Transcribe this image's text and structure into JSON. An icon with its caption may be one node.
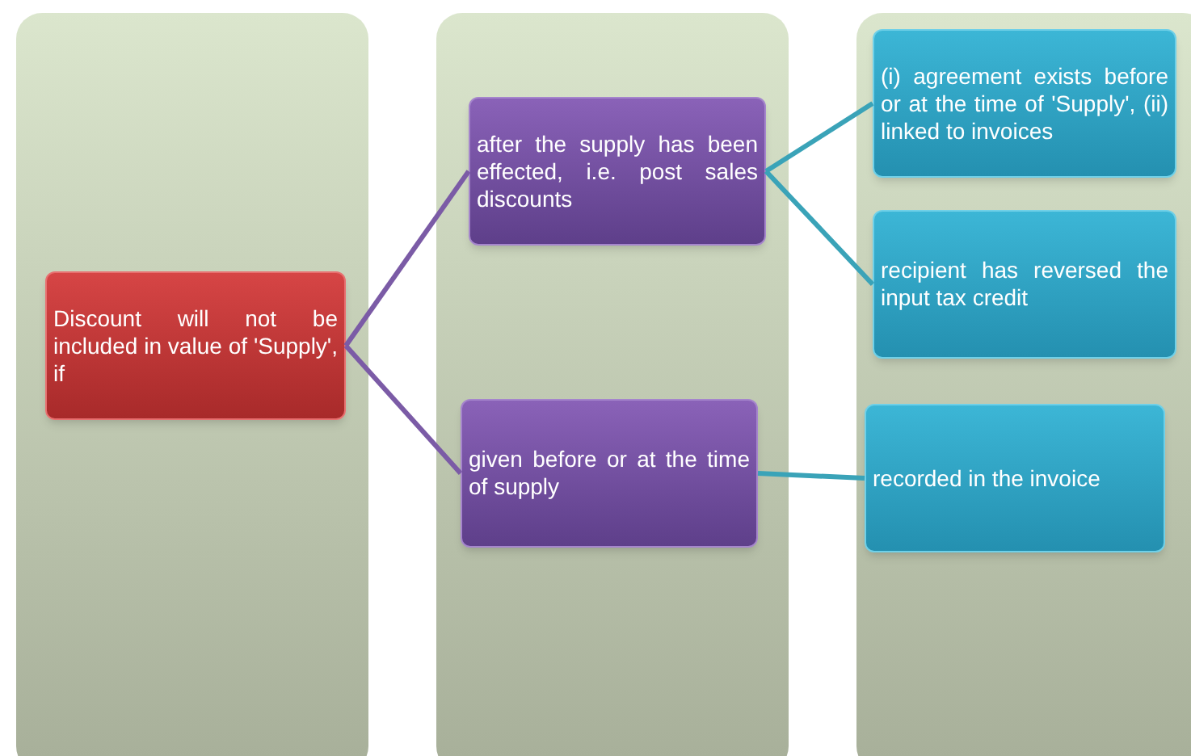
{
  "diagram": {
    "nodes": [
      {
        "text": [],
        "shape": "box"
      },
      {
        "text": [],
        "shape": "box"
      },
      {
        "text": [],
        "shape": "box"
      },
      {
        "text": [
          "Discount will not be included in value of 'Supply', if"
        ],
        "in": 0
      },
      {
        "text": [
          "after the supply has been effected, i.e. post sales discounts"
        ],
        "in": 1
      },
      {
        "text": [
          "given before or at the time of supply"
        ],
        "in": 1
      },
      {
        "text": [
          "(i) agreement exists before or at the time of 'Supply', (ii) linked to invoices"
        ],
        "in": 2
      },
      {
        "text": [
          "recipient has reversed the input tax credit"
        ],
        "in": 2
      },
      {
        "text": [
          "recorded in the invoice"
        ],
        "in": 2
      }
    ],
    "edges": [
      {
        "from": 3,
        "to": 4,
        "arrow": "none",
        "color": "#7b5ba6"
      },
      {
        "from": 3,
        "to": 5,
        "arrow": "none",
        "color": "#7b5ba6"
      },
      {
        "from": 4,
        "to": 6,
        "arrow": "none"
      },
      {
        "from": 4,
        "to": 7,
        "arrow": "none"
      },
      {
        "from": 5,
        "to": 8,
        "arrow": "none"
      }
    ]
  }
}
